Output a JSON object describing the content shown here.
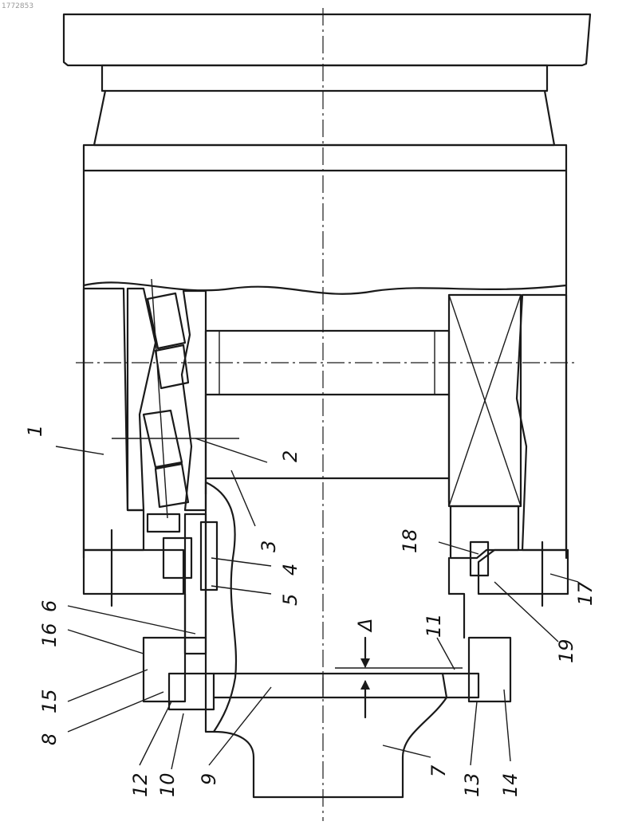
{
  "header": {
    "doc_number": "1772853"
  },
  "labels": {
    "l1": "1",
    "l2": "2",
    "l3": "3",
    "l4": "4",
    "l5": "5",
    "l6": "6",
    "l7": "7",
    "l8": "8",
    "l9": "9",
    "l10": "10",
    "l11": "11",
    "l12": "12",
    "l13": "13",
    "l14": "14",
    "l15": "15",
    "l16": "16",
    "l17": "17",
    "l18": "18",
    "l19": "19",
    "delta": "Δ"
  }
}
